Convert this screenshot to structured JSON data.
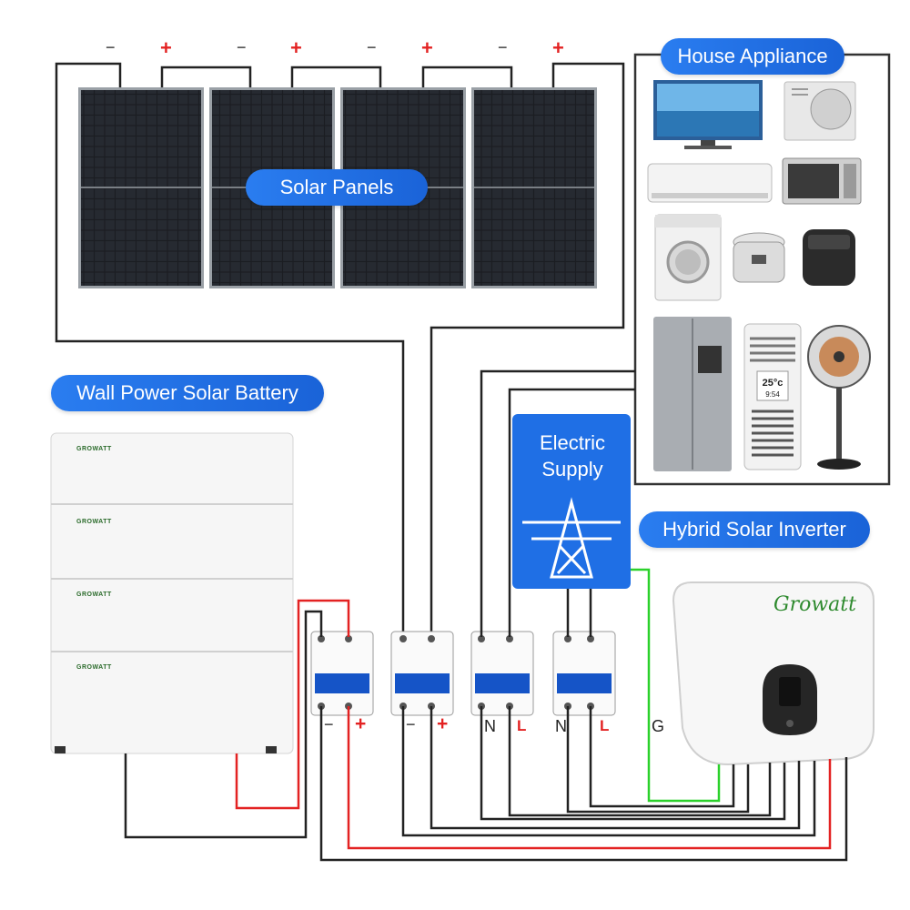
{
  "labels": {
    "solar_panels": "Solar Panels",
    "house_appliance": "House Appliance",
    "wall_battery": "Wall Power Solar Battery",
    "electric_supply": "Electric\nSupply",
    "hybrid_inverter": "Hybrid Solar Inverter"
  },
  "panel_terminals": [
    "−",
    "+",
    "−",
    "+",
    "−",
    "+",
    "−",
    "+"
  ],
  "breaker_terminals": [
    "−",
    "+",
    "−",
    "+",
    "N",
    "L",
    "N",
    "L",
    "G"
  ],
  "battery_brand": "GROWATT",
  "inverter_brand": "Growatt",
  "appliance_display": "25°c",
  "appliance_time": "9:54",
  "appliances": [
    "tv",
    "air-conditioner-outdoor-unit",
    "air-conditioner-indoor-unit",
    "microwave",
    "washing-machine",
    "rice-cooker",
    "air-fryer",
    "refrigerator",
    "heater",
    "fan"
  ],
  "colors": {
    "accent": "#1f6fe5",
    "positive": "#e32222",
    "negative": "#222222",
    "ground": "#2bd12b"
  }
}
